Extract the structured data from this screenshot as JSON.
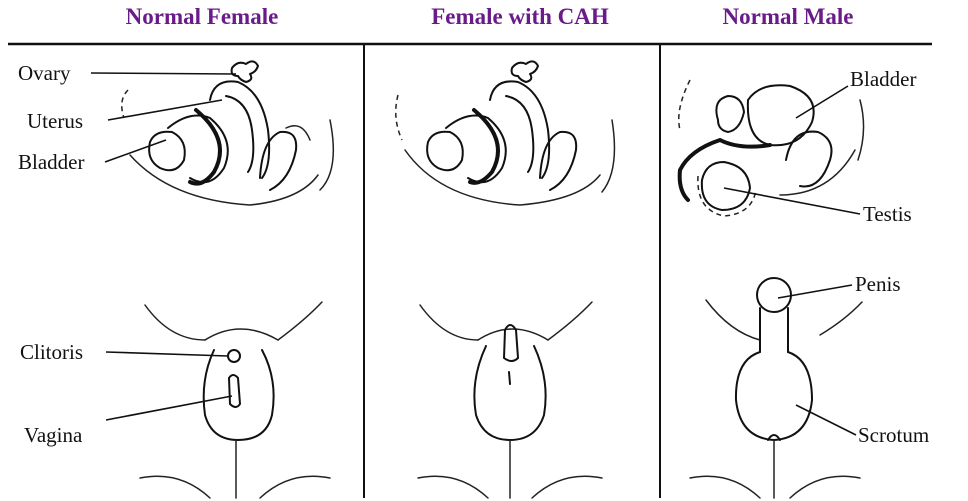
{
  "colors": {
    "header": "#6a1b8a",
    "ink": "#111111",
    "background": "#ffffff"
  },
  "headers": [
    "Normal Female",
    "Female with CAH",
    "Normal Male"
  ],
  "labels": {
    "ovary": "Ovary",
    "uterus": "Uterus",
    "bladder_female": "Bladder",
    "bladder_male": "Bladder",
    "testis": "Testis",
    "clitoris": "Clitoris",
    "vagina": "Vagina",
    "penis": "Penis",
    "scrotum": "Scrotum"
  }
}
